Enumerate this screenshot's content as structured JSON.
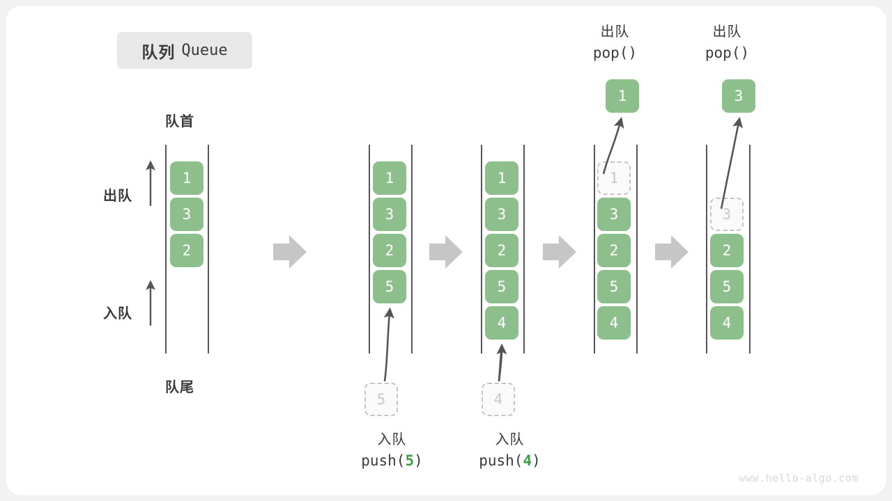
{
  "figure": {
    "title_cn": "队列",
    "title_en": "Queue",
    "watermark": "www.hello-algo.com",
    "colors": {
      "cell_fill": "#8cbf8c",
      "cell_text": "#ffffff",
      "ghost_fill": "#fafafa",
      "ghost_text": "#c8c8c8",
      "ghost_border": "#c4c4c4",
      "rail": "#555555",
      "arrow": "#555555",
      "step_arrow": "#c6c6c6",
      "text": "#3a3a3a",
      "code_accent": "#3e9e48",
      "badge_bg": "#e8e8e8",
      "card_bg": "#ffffff",
      "page_bg": "#f2f2f2"
    }
  },
  "labels": {
    "front": "队首",
    "rear": "队尾",
    "dequeue": "出队",
    "enqueue": "入队"
  },
  "columns": [
    {
      "id": "initial",
      "cells": [
        "1",
        "3",
        "2"
      ],
      "ghost_index": null,
      "top_label_cn": null,
      "top_label_code": null,
      "bottom_label_cn": null,
      "bottom_label_code": null,
      "popped_value": null,
      "incoming_value": null
    },
    {
      "id": "after-push-5",
      "cells": [
        "1",
        "3",
        "2",
        "5"
      ],
      "ghost_index": null,
      "top_label_cn": null,
      "top_label_code": null,
      "bottom_label_cn": "入队",
      "bottom_label_code_prefix": "push(",
      "bottom_label_code_num": "5",
      "bottom_label_code_suffix": ")",
      "popped_value": null,
      "incoming_value": "5"
    },
    {
      "id": "after-push-4",
      "cells": [
        "1",
        "3",
        "2",
        "5",
        "4"
      ],
      "ghost_index": null,
      "top_label_cn": null,
      "top_label_code": null,
      "bottom_label_cn": "入队",
      "bottom_label_code_prefix": "push(",
      "bottom_label_code_num": "4",
      "bottom_label_code_suffix": ")",
      "popped_value": null,
      "incoming_value": "4"
    },
    {
      "id": "after-pop-1",
      "cells": [
        "1",
        "3",
        "2",
        "5",
        "4"
      ],
      "ghost_index": 0,
      "top_label_cn": "出队",
      "top_label_code": "pop()",
      "popped_value": "1",
      "incoming_value": null
    },
    {
      "id": "after-pop-3",
      "cells": [
        "3",
        "2",
        "5",
        "4"
      ],
      "ghost_index": 0,
      "top_label_cn": "出队",
      "top_label_code": "pop()",
      "popped_value": "3",
      "incoming_value": null
    }
  ],
  "step_arrows": 4
}
